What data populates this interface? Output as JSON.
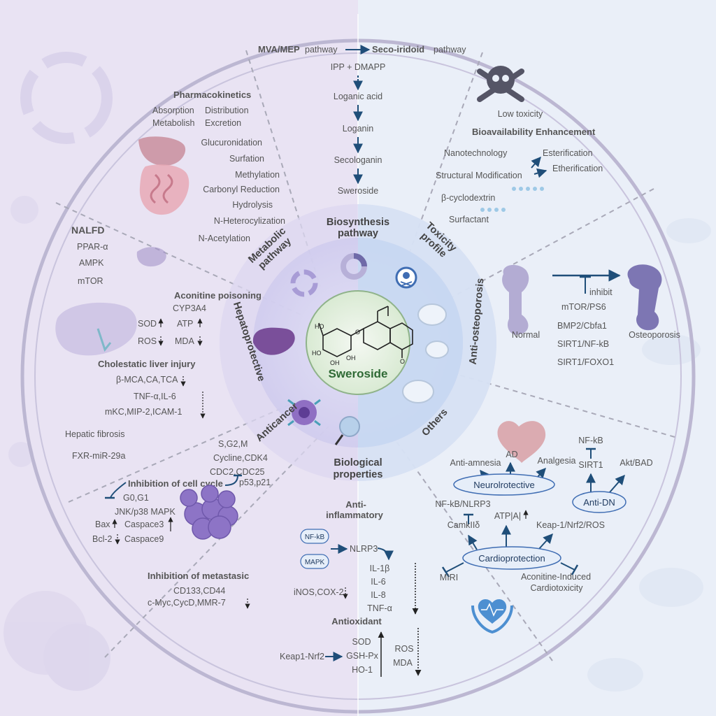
{
  "center": {
    "title": "Sweroside"
  },
  "ring": {
    "biosynthesis": [
      "Biosynthesis",
      "pathway"
    ],
    "toxicity": [
      "Toxicity",
      "profile"
    ],
    "metabolic": [
      "Metabolic",
      "pathway"
    ],
    "hepatoprotective": "Hepatoprotective",
    "anticancer": "Anticancer",
    "biological": [
      "Biological",
      "properties"
    ],
    "others": "Others",
    "antiosteoporosis": "Anti-osteoporosis"
  },
  "biosynthesis": {
    "top_left": "MVA/MEP",
    "top_left_suffix": "pathway",
    "top_right": "Seco-iridoid",
    "top_right_suffix": "pathway",
    "steps": [
      "IPP + DMAPP",
      "Loganic  acid",
      "Loganin",
      "Secologanin",
      "Sweroside"
    ]
  },
  "pharmacokinetics": {
    "title": "Pharmacokinetics",
    "row1": [
      "Absorption",
      "Distribution"
    ],
    "row2": [
      "Metabolish",
      "Excretion"
    ],
    "reactions": [
      "Glucuronidation",
      "Surfation",
      "Methylation",
      "Carbonyl Reduction",
      "Hydrolysis",
      "N-Heterocylization",
      "N-Acetylation"
    ]
  },
  "toxicity": {
    "label": "Low toxicity",
    "title": "Bioavailability Enhancement",
    "items": [
      "Nanotechnology",
      "Structural Modification",
      "β-cyclodextrin",
      "Surfactant"
    ],
    "branches": [
      "Esterification",
      "Etherification"
    ]
  },
  "hepato": {
    "nalfd": "NALFD",
    "nalfd_items": [
      "PPAR-α",
      "AMPK",
      "mTOR"
    ],
    "aconitine": "Aconitine poisoning",
    "cyp": "CYP3A4",
    "markers": [
      "SOD",
      "ATP",
      "ROS",
      "MDA"
    ],
    "cholestatic": "Cholestatic liver injury",
    "chol_items": [
      "β-MCA,CA,TCA",
      "TNF-α,IL-6",
      "mKC,MIP-2,ICAM-1"
    ],
    "fibrosis": "Hepatic fibrosis",
    "fxr": "FXR-miR-29a"
  },
  "osteo": {
    "inhibit": "inhibit",
    "normal": "Normal",
    "osteoporosis": "Osteoporosis",
    "pathways": [
      "mTOR/PS6",
      "BMP2/Cbfa1",
      "SIRT1/NF-kB",
      "SIRT1/FOXO1"
    ]
  },
  "anticancer": {
    "phases": [
      "S,G2,M",
      "Cycline,CDK4",
      "CDC2,CDC25"
    ],
    "p53": "p53,p21",
    "cycle": "Inhibition of cell cycle",
    "g0": "G0,G1",
    "jnk": "JNK/p38 MAPK",
    "bax": "Bax",
    "caspace3": "Caspace3",
    "bcl": "Bcl-2",
    "caspace9": "Caspace9",
    "metastasis": "Inhibition of metastasic",
    "cd": "CD133,CD44",
    "myc": "c-Myc,CycD,MMR-7"
  },
  "bio": {
    "antiinflam": [
      "Anti-",
      "inflammatory"
    ],
    "nfkb": "NF-kB",
    "mapk": "MAPK",
    "nlrp3": "NLRP3",
    "cytokines": [
      "IL-1β",
      "IL-6",
      "IL-8",
      "TNF-α"
    ],
    "inos": "iNOS,COX-2",
    "antiox": "Antioxidant",
    "keap": "Keap1-Nrf2",
    "enzymes": [
      "SOD",
      "GSH-Px",
      "HO-1"
    ],
    "ros": [
      "ROS",
      "MDA"
    ]
  },
  "others": {
    "antiamnesia": "Anti-amnesia",
    "ad": "AD",
    "analgesia": "Analgesia",
    "neuro": "Neurolrotective",
    "nfkb": "NF-kB",
    "sirt1": "SIRT1",
    "akt": "Akt/BAD",
    "antidn": "Anti-DN",
    "nlrp": "NF-kB/NLRP3",
    "camk": "CamkIIδ",
    "atp": "ATP|A|",
    "keap": "Keap-1/Nrf2/ROS",
    "cardio": "Cardioprotection",
    "miri": "MIRI",
    "aconitine": [
      "Aconitine-Induced",
      "Cardiotoxicity"
    ]
  },
  "colors": {
    "arrow": "#1f4e79",
    "accent": "#2f6a35",
    "node_fill": "#e6eef9",
    "node_stroke": "#3f6db3"
  }
}
